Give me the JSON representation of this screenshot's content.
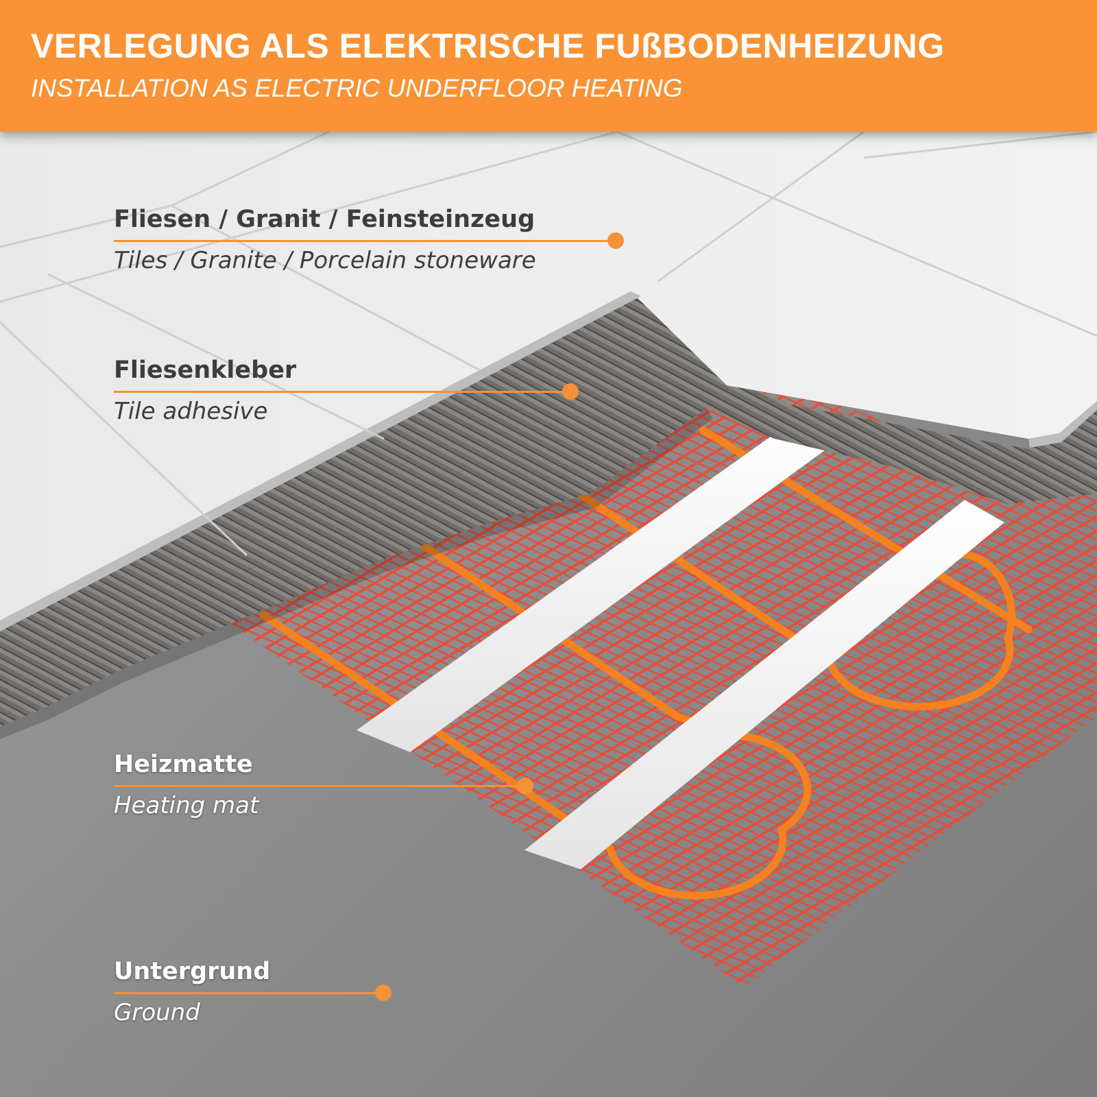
{
  "header": {
    "title": "VERLEGUNG ALS ELEKTRISCHE FUßBODENHEIZUNG",
    "subtitle": "INSTALLATION AS ELECTRIC UNDERFLOOR HEATING"
  },
  "layers": [
    {
      "de": "Fliesen / Granit / Feinsteinzeug",
      "en": "Tiles / Granite / Porcelain stoneware"
    },
    {
      "de": "Fliesenkleber",
      "en": "Tile adhesive"
    },
    {
      "de": "Heizmatte",
      "en": "Heating mat"
    },
    {
      "de": "Untergrund",
      "en": "Ground"
    }
  ],
  "colors": {
    "accent": "#f59136",
    "header_bg": "#fa9236",
    "tile": "#ececec",
    "adhesive": "#6f6c69",
    "mesh": "#ea4a36",
    "cable": "#f5821f",
    "ground": "#8f8f8f"
  }
}
